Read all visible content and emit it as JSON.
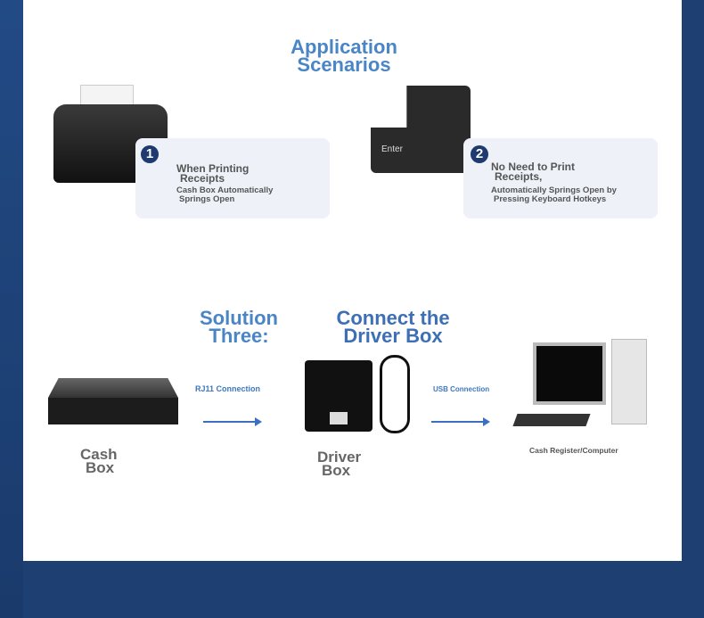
{
  "section1": {
    "title_line1": "Application",
    "title_line2": "Scenarios",
    "card1": {
      "number": "1",
      "heading_line1": "When Printing",
      "heading_line2": "Receipts",
      "sub_line1": "Cash Box Automatically",
      "sub_line2": "Springs Open"
    },
    "card2": {
      "number": "2",
      "heading_line1": "No Need to Print",
      "heading_line2": "Receipts,",
      "sub_line1": "Automatically Springs Open by",
      "sub_line2": "Pressing Keyboard Hotkeys"
    },
    "enter_key_label": "Enter"
  },
  "section2": {
    "title_left_line1": "Solution",
    "title_left_line2": "Three:",
    "title_right_line1": "Connect the",
    "title_right_line2": "Driver Box",
    "rj11_label": "RJ11 Connection",
    "usb_label": "USB Connection",
    "cash_box_line1": "Cash",
    "cash_box_line2": "Box",
    "driver_box_line1": "Driver",
    "driver_box_line2": "Box",
    "computer_label": "Cash Register/Computer"
  },
  "colors": {
    "background": "#1d3f72",
    "accent": "#4a86c5",
    "badge": "#1e3a6e"
  }
}
